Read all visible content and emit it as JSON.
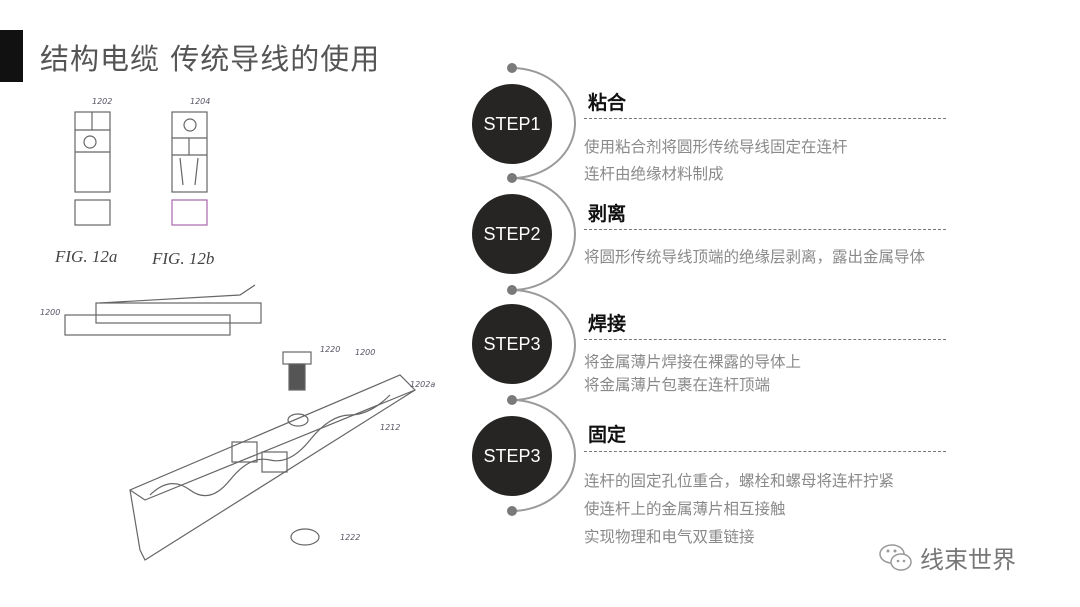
{
  "title": "结构电缆 传统导线的使用",
  "figure": {
    "label_a": "FIG. 12a",
    "label_b": "FIG. 12b"
  },
  "steps": [
    {
      "badge": "STEP1",
      "heading": "粘合",
      "lines": [
        "使用粘合剂将圆形传统导线固定在连杆",
        "连杆由绝缘材料制成"
      ]
    },
    {
      "badge": "STEP2",
      "heading": "剥离",
      "lines": [
        "将圆形传统导线顶端的绝缘层剥离，露出金属导体"
      ]
    },
    {
      "badge": "STEP3",
      "heading": "焊接",
      "lines": [
        "将金属薄片焊接在裸露的导体上",
        "将金属薄片包裹在连杆顶端"
      ]
    },
    {
      "badge": "STEP3",
      "heading": "固定",
      "lines": [
        "连杆的固定孔位重合，螺栓和螺母将连杆拧紧",
        "使连杆上的金属薄片相互接触",
        "实现物理和电气双重链接"
      ]
    }
  ],
  "watermark": "线束世界"
}
